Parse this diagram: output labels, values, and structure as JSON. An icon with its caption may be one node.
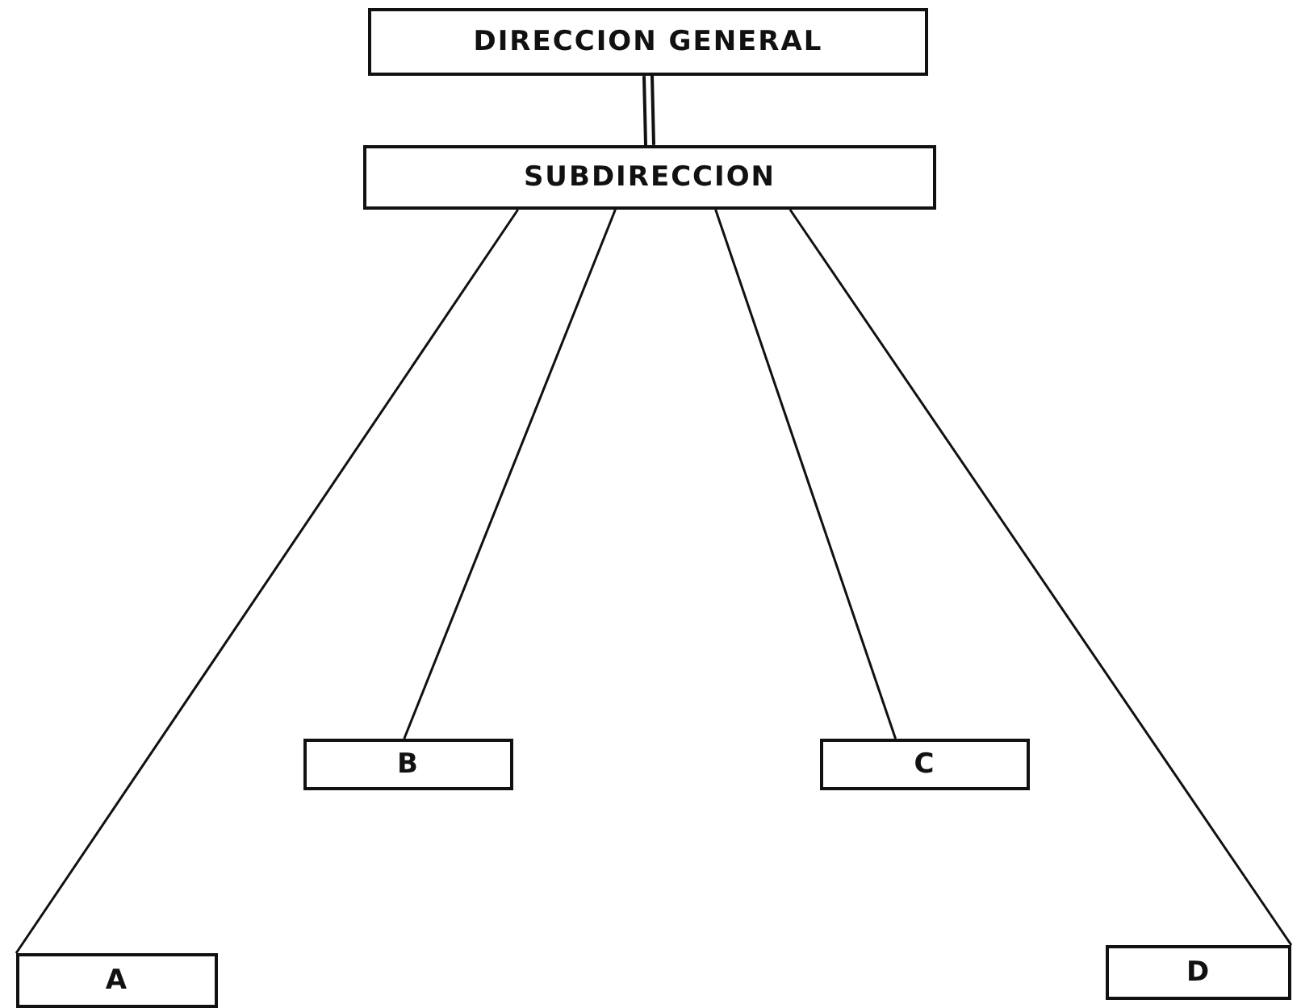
{
  "diagram": {
    "nodes": [
      {
        "text": [
          "DIRECCION GENERAL"
        ]
      },
      {
        "text": [
          "SUBDIRECCION"
        ]
      },
      {
        "text": [
          "A"
        ]
      },
      {
        "text": [
          "B"
        ]
      },
      {
        "text": [
          "C"
        ]
      },
      {
        "text": [
          "D"
        ]
      }
    ],
    "edges": [
      {
        "from": 0,
        "to": 1,
        "arrow": "none",
        "style": "thick"
      },
      {
        "from": 1,
        "to": 2,
        "arrow": "none"
      },
      {
        "from": 1,
        "to": 3,
        "arrow": "none"
      },
      {
        "from": 1,
        "to": 4,
        "arrow": "none"
      },
      {
        "from": 1,
        "to": 5,
        "arrow": "none"
      }
    ]
  }
}
